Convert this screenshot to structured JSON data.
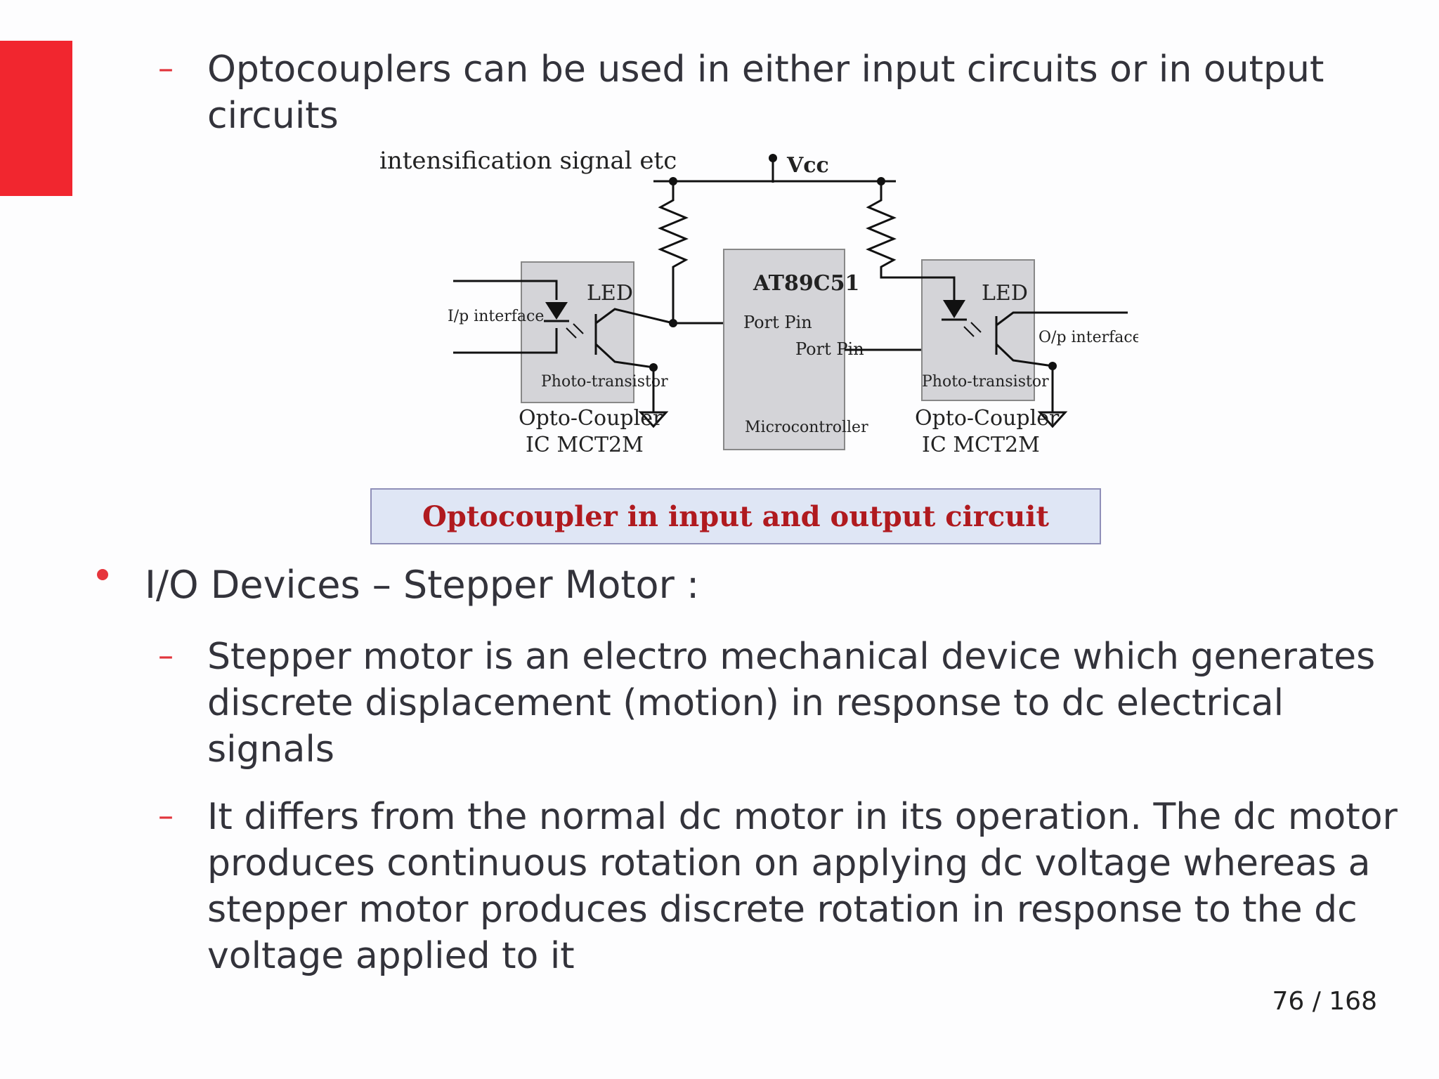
{
  "bullets": {
    "opto_sub": "Optocouplers can be used in either input circuits or in output circuits",
    "main_bullet": "I/O Devices – Stepper Motor :",
    "sub1": "Stepper motor is an electro mechanical device which generates discrete displacement (motion) in response to dc electrical signals",
    "sub2": "It differs from the normal dc motor in its operation. The dc motor produces continuous rotation on applying dc voltage whereas a stepper motor produces discrete rotation in response to the dc voltage applied to it",
    "dash_glyph": "–"
  },
  "diagram": {
    "top_label": "intensification signal etc",
    "vcc": "Vcc",
    "left_coupler": {
      "led": "LED",
      "phototransistor": "Photo-transistor",
      "interface": "I/p interface",
      "name_line1": "Opto-Coupler",
      "name_line2": "IC MCT2M"
    },
    "micro": {
      "name": "AT89C51",
      "port_pin_1": "Port Pin",
      "port_pin_2": "Port Pin",
      "label": "Microcontroller"
    },
    "right_coupler": {
      "led": "LED",
      "phototransistor": "Photo-transistor",
      "interface": "O/p interface",
      "name_line1": "Opto-Coupler",
      "name_line2": "IC MCT2M"
    },
    "caption": "Optocoupler in input and output circuit"
  },
  "page": {
    "number": "76 / 168"
  },
  "colors": {
    "accent": "#f1262f",
    "bullet": "#e6353c",
    "caption_text": "#b01a1f",
    "caption_bg": "#dfe6f5"
  }
}
